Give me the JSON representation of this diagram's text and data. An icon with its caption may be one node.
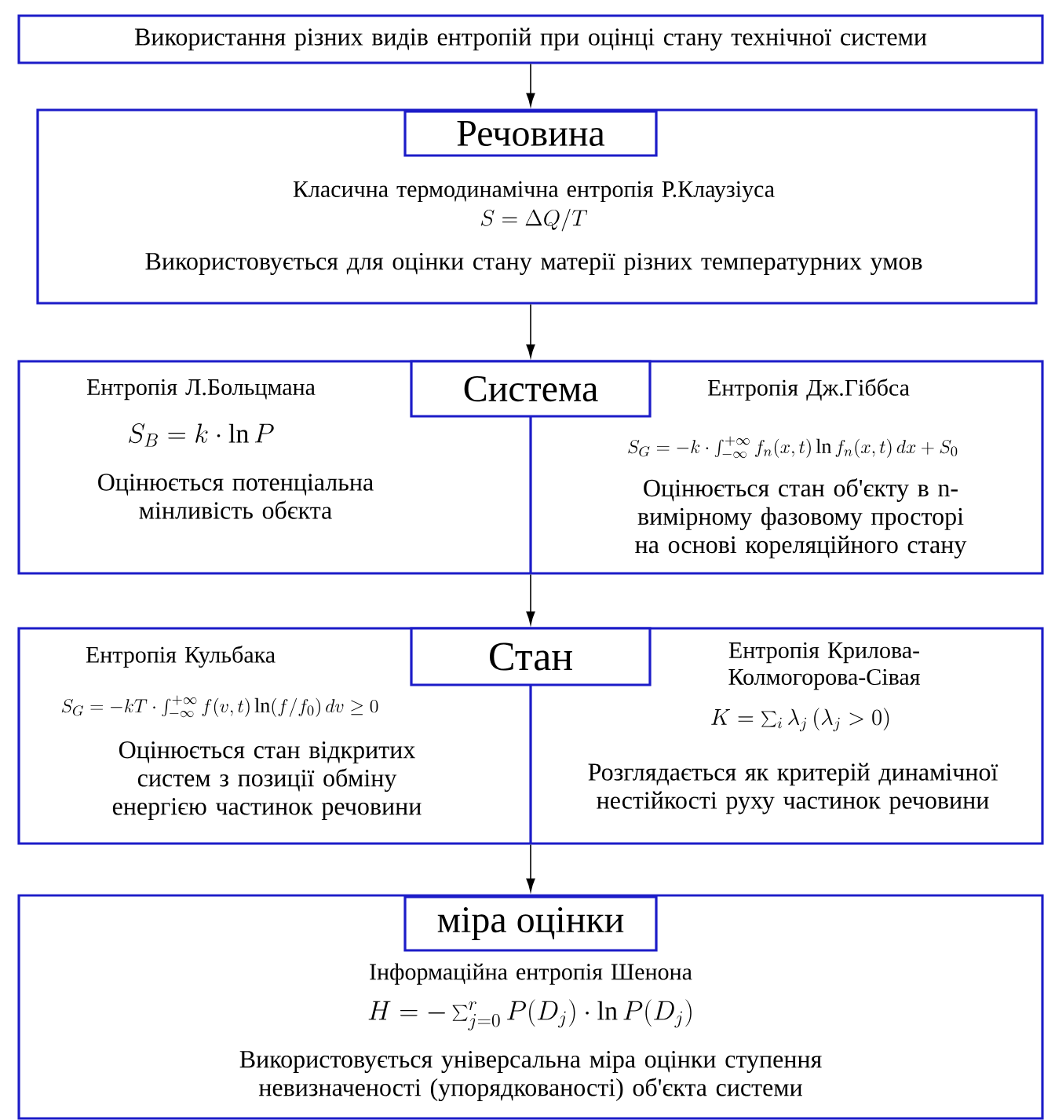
{
  "diagram": {
    "nodes": [
      {
        "text": [
          "Використання різних видів ентропій при оцінці стану технічної системи"
        ]
      },
      {
        "text": [
          "Класична термодинамічна ентропія Р.Клаузіуса",
          "S=\\Delta Q/T",
          "Використовується для оцінки стану матерії різних температурних умов"
        ]
      },
      {
        "text": [
          "Речовина"
        ],
        "in": 1
      },
      {
        "text": [
          "Ентропія Л.Больцмана",
          "S_B=k\\cdot \\ln P",
          "Оцінюється потенціальна мінливість обєкта",
          "Ентропія Дж.Гіббса",
          "S_G=-k\\cdot\\int_{-\\infty}^{+\\infty} f_n(x,t)\\ln f_n(x,t)\\,dx+S_0",
          "Оцінюється стан об'єкту в n-вимірному фазовому просторі на основі кореляційного стану"
        ]
      },
      {
        "text": [
          "Система"
        ],
        "in": 3
      },
      {
        "text": [
          "Ентропія Кульбака",
          "S_G=-kT\\cdot\\int_{-\\infty}^{+\\infty} f(v,t)\\ln(f/f_0)\\,dv\\geq 0",
          "Оцінюється стан відкритих систем з позиції обміну енергією частинок речовини",
          "Ентропія Крилова-Колмогорова-Сівая",
          "K=\\sum_{i}\\lambda_j\\,(\\lambda_j>0)",
          "Розглядається як критерій динамічної нестійкості руху частинок речовини"
        ]
      },
      {
        "text": [
          "Стан"
        ],
        "in": 5
      },
      {
        "text": [
          "Інформаційна ентропія Шенона",
          "H=-\\sum_{j=0}^{r} P(D_j)\\cdot\\ln P(D_j)",
          "Використовується універсальна міра оцінки ступення невизначеності (упорядкованості) об'єкта системи"
        ]
      },
      {
        "text": [
          "міра оцінки"
        ],
        "in": 7
      }
    ],
    "edges": [
      {
        "from": 0,
        "to": 1,
        "arrow": "to"
      },
      {
        "from": 1,
        "to": 3,
        "arrow": "to"
      },
      {
        "from": 3,
        "to": 5,
        "arrow": "to"
      },
      {
        "from": 5,
        "to": 7,
        "arrow": "to"
      }
    ]
  }
}
